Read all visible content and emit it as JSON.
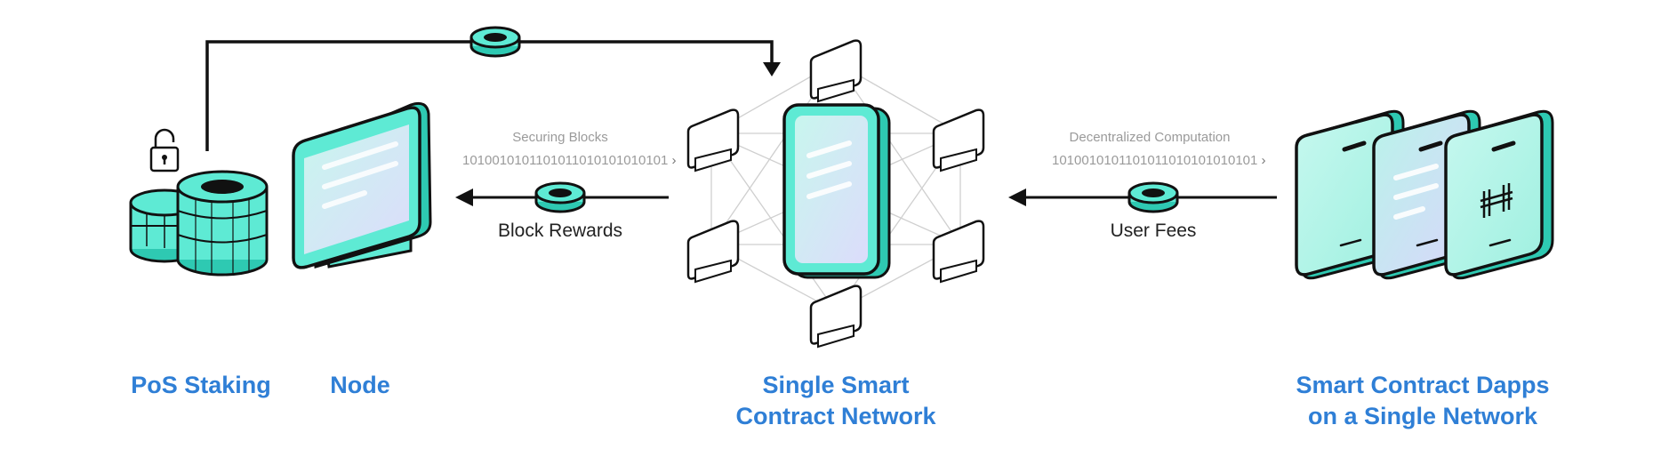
{
  "labels": {
    "pos_staking": "PoS Staking",
    "node": "Node",
    "network_line1": "Single Smart",
    "network_line2": "Contract Network",
    "dapps_line1": "Smart Contract Dapps",
    "dapps_line2": "on a Single Network"
  },
  "arrows": {
    "left_caption": "Block Rewards",
    "left_stream_title": "Securing Blocks",
    "left_stream_bits": "1010010101101011010101010101",
    "right_caption": "User Fees",
    "right_stream_title": "Decentralized Computation",
    "right_stream_bits": "1010010101101011010101010101"
  },
  "colors": {
    "accent_text": "#2f7fd6",
    "teal": "#5eead4",
    "teal_light": "#c9f7ef",
    "outline": "#111111",
    "arrow": "#111111",
    "mesh": "#cfcfcf"
  }
}
